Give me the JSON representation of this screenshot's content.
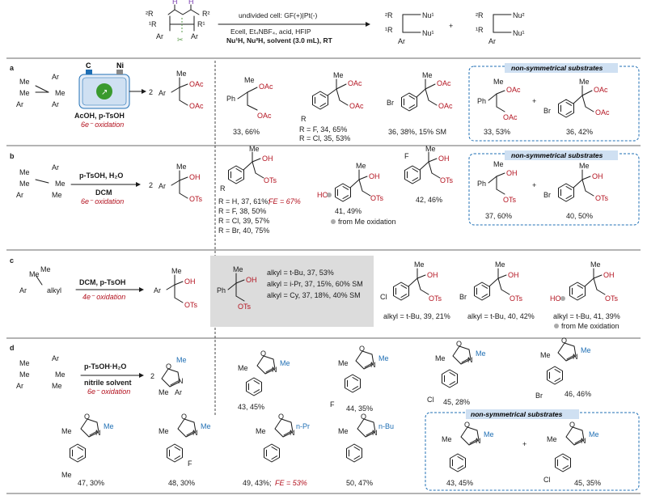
{
  "header": {
    "h_label": "H",
    "r2_left": "²R",
    "r1_left": "¹R",
    "r2_right": "R²",
    "r1_right": "R¹",
    "ar": "Ar",
    "nu1": "Nu¹",
    "nu2": "Nu²",
    "plus": "+",
    "condition_line1": "undivided cell:  GF(+)|Pt(-)",
    "condition_line2": "Ecell, Et₄NBF₄, acid, HFIP",
    "condition_line3": "Nu¹H, Nu²H, solvent (3.0 mL), RT"
  },
  "panel_a": {
    "label": "a",
    "me": "Me",
    "ar": "Ar",
    "ph": "Ph",
    "br": "Br",
    "r": "R",
    "oac": "OAc",
    "coef": "2",
    "electrode_c": "C",
    "electrode_ni": "Ni",
    "conditions": "AcOH, p-TsOH",
    "oxidation": "6e⁻ oxidation",
    "c33": "33, 66%",
    "c34": "R = F, 34, 65%",
    "c35": "R = Cl, 35, 53%",
    "c36": "36, 38%, 15% SM",
    "nonsym_title": "non-symmetrical substrates",
    "c33b": "33, 53%",
    "c36b": "36, 42%"
  },
  "panel_b": {
    "label": "b",
    "conditions": "p-TsOH, H₂O",
    "solvent": "DCM",
    "oxidation": "6e⁻ oxidation",
    "oh": "OH",
    "ho": "HO",
    "ots": "OTs",
    "f": "F",
    "c37_text": "R = H, 37, 61%;",
    "c37_fe": "FE = 67%",
    "c38": "R = F, 38, 50%",
    "c39": "R = Cl, 39, 57%",
    "c40": "R = Br, 40, 75%",
    "c41": "41, 49%",
    "c41_note": "from Me oxidation",
    "c42": "42, 46%",
    "c37b": "37, 60%",
    "c40b": "40, 50%"
  },
  "panel_c": {
    "label": "c",
    "alkyl": "alkyl",
    "cl": "Cl",
    "conditions": "DCM, p-TsOH",
    "oxidation": "4e⁻ oxidation",
    "line1": "alkyl = t-Bu, 37, 53%",
    "line2": "alkyl = i-Pr, 37, 15%, 60% SM",
    "line3": "alkyl = Cy, 37, 18%, 40% SM",
    "c39": "alkyl = t-Bu, 39, 21%",
    "c40": "alkyl = t-Bu, 40, 42%",
    "c41": "alkyl = t-Bu, 41, 39%"
  },
  "panel_d": {
    "label": "d",
    "conditions": "p-TsOH·H₂O",
    "solvent": "nitrile solvent",
    "oxidation": "6e⁻ oxidation",
    "o": "O",
    "n": "N",
    "me_tail": "Me",
    "npr": "n-Pr",
    "nbu": "n-Bu",
    "c43": "43, 45%",
    "c44": "44, 35%",
    "c45": "45, 28%",
    "c46": "46, 46%",
    "c47": "47, 30%",
    "c48": "48, 30%",
    "c49": "49, 43%;",
    "c49_fe": "FE = 53%",
    "c50": "50, 47%",
    "c43b": "43, 45%",
    "c45b": "45, 35%"
  }
}
